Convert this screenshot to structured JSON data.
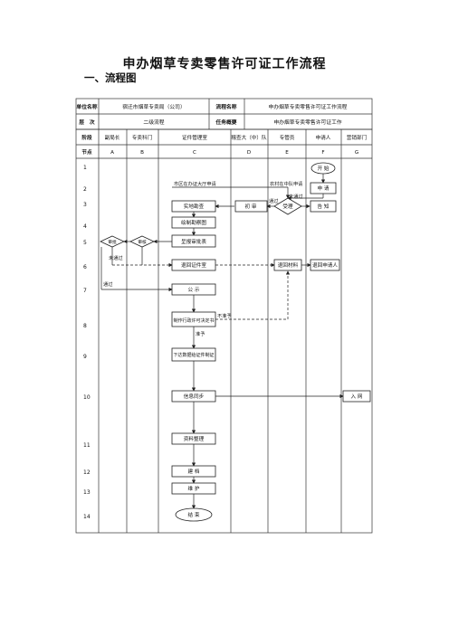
{
  "title": "申办烟草专卖零售许可证工作流程",
  "subtitle": "一、流程图",
  "header": {
    "unit_label": "单位名称",
    "unit_value": "宿迁市烟草专卖局（公司）",
    "process_label": "流程名称",
    "process_value": "申办烟草专卖零售许可证工作流程",
    "level_label": "层　次",
    "level_value": "二级流程",
    "task_label": "任务概要",
    "task_value": "申办烟草专卖零售许可证工作"
  },
  "columns": {
    "stage_label": "阶段",
    "node_label": "节点",
    "names": [
      "副局长",
      "专卖科门",
      "证件管理室",
      "稽查大（中）队",
      "专管员",
      "申请人",
      "营销部门"
    ],
    "codes": [
      "A",
      "B",
      "C",
      "D",
      "E",
      "F",
      "G"
    ]
  },
  "rows": [
    "1",
    "2",
    "3",
    "4",
    "5",
    "6",
    "7",
    "8",
    "9",
    "10",
    "11",
    "12",
    "13",
    "14"
  ],
  "nodes": {
    "start": "开 始",
    "apply": "申 请",
    "accept": "受理",
    "notify": "告 知",
    "field_survey": "实地勘查",
    "first_review": "初 审",
    "draw_map": "绘制勘察图",
    "submit_form": "呈报审批表",
    "approve_a": "审批",
    "approve_b": "审核",
    "return_cert_room": "退回证件室",
    "return_material": "退回材料",
    "return_applicant": "退回申请人",
    "publicize": "公 示",
    "decision": "制作行政许可决定书",
    "make_cert": "下达数据给证件制证",
    "info_sync": "信息同步",
    "entry": "入 网",
    "archive": "资料整理",
    "filing": "建 档",
    "maintain": "维 护",
    "end": "结 束"
  },
  "annotations": {
    "city_hall": "市区在办证大厅申请",
    "county": "农村在中队申请",
    "not_pass_1": "未通过",
    "pass_1": "通过",
    "not_pass_2": "未通过",
    "pass_2": "通过",
    "not_grant": "不准予",
    "grant": "准予"
  }
}
